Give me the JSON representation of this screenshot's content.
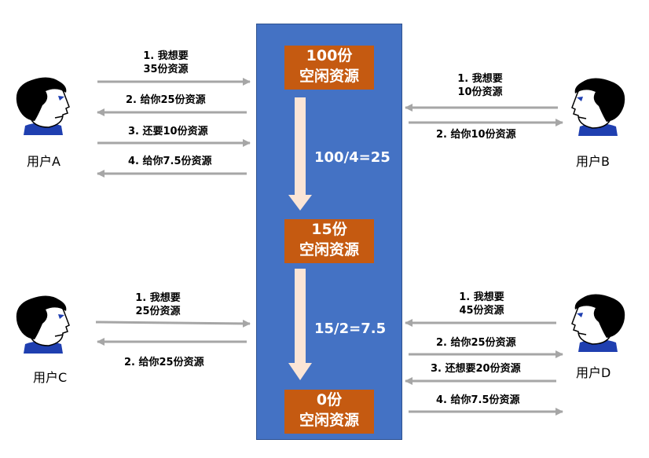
{
  "pool": {
    "states": [
      {
        "line1": "100份",
        "line2": "空闲资源"
      },
      {
        "line1": "15份",
        "line2": "空闲资源"
      },
      {
        "line1": "0份",
        "line2": "空闲资源"
      }
    ],
    "calcs": [
      "100/4=25",
      "15/2=7.5"
    ]
  },
  "users": {
    "a": {
      "name": "用户A",
      "messages": [
        {
          "l1": "1. 我想要",
          "l2": "35份资源"
        },
        {
          "l1": "2. 给你25份资源"
        },
        {
          "l1": "3. 还要10份资源"
        },
        {
          "l1": "4. 给你7.5份资源"
        }
      ]
    },
    "b": {
      "name": "用户B",
      "messages": [
        {
          "l1": "1. 我想要",
          "l2": "10份资源"
        },
        {
          "l1": "2. 给你10份资源"
        }
      ]
    },
    "c": {
      "name": "用户C",
      "messages": [
        {
          "l1": "1. 我想要",
          "l2": "25份资源"
        },
        {
          "l1": "2. 给你25份资源"
        }
      ]
    },
    "d": {
      "name": "用户D",
      "messages": [
        {
          "l1": "1. 我想要",
          "l2": "45份资源"
        },
        {
          "l1": "2. 给你25份资源"
        },
        {
          "l1": "3. 还想要20份资源"
        },
        {
          "l1": "4. 给你7.5份资源"
        }
      ]
    }
  },
  "colors": {
    "panel": "#4472c4",
    "resource_box": "#c55a11",
    "flow_arrow": "#fbe5d6",
    "message_arrow": "#a6a6a6",
    "collar": "#1f3fb0"
  }
}
